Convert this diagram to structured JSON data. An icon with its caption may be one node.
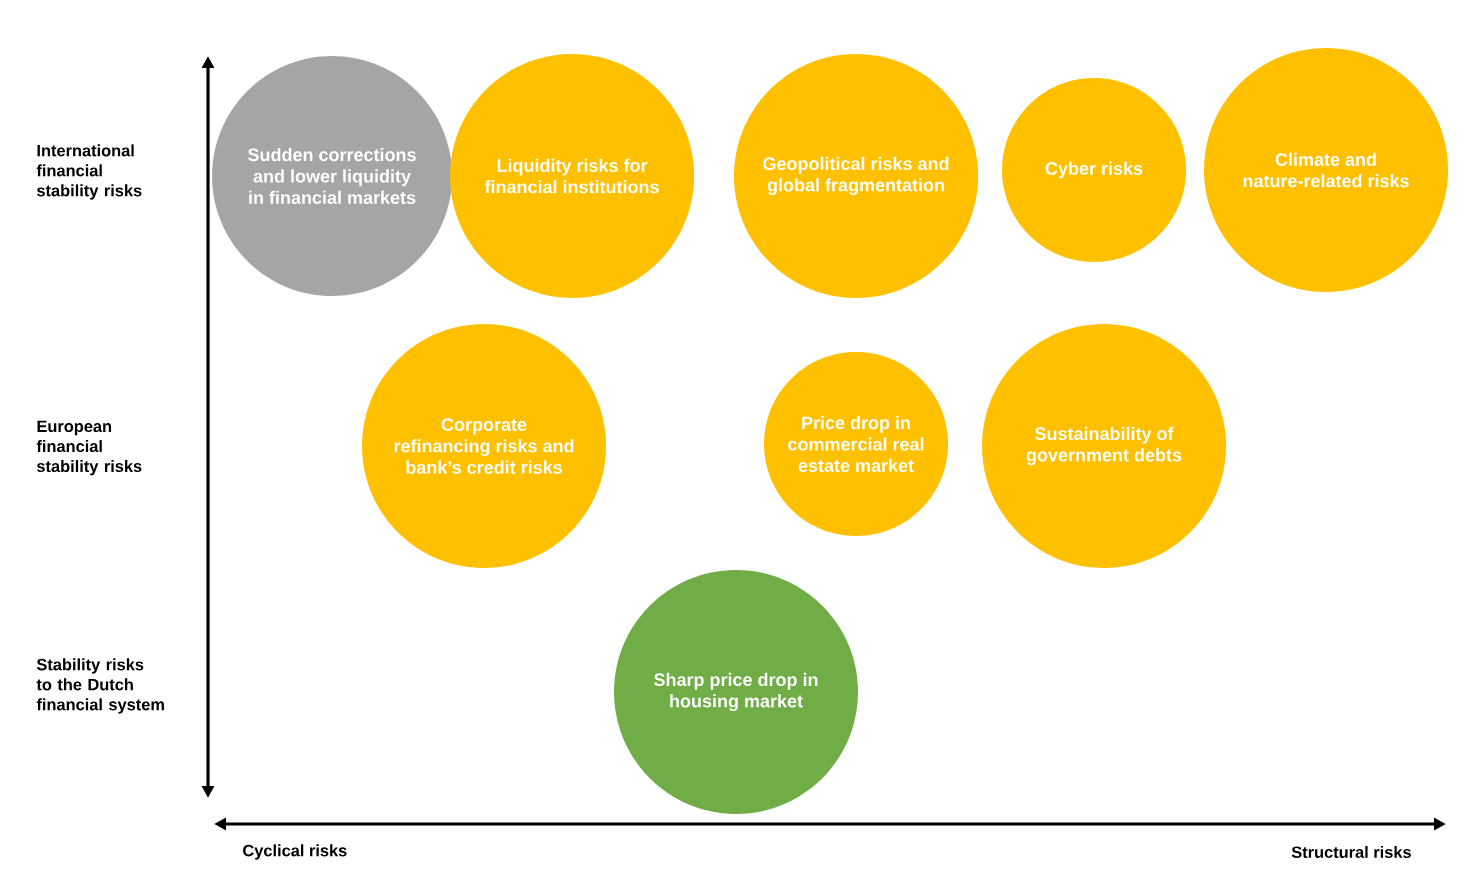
{
  "diagram": {
    "nodes": [
      {
        "text": [
          "Sudden corrections and lower liquidity in financial markets"
        ]
      },
      {
        "text": [
          "Liquidity risks for financial institutions"
        ]
      },
      {
        "text": [
          "Geopolitical risks and global fragmentation"
        ]
      },
      {
        "text": [
          "Cyber risks"
        ]
      },
      {
        "text": [
          "Climate and nature-related risks"
        ]
      },
      {
        "text": [
          "Corporate refinancing risks and bank’s credit risks"
        ]
      },
      {
        "text": [
          "Price drop in commercial real estate market"
        ]
      },
      {
        "text": [
          "Sustainability of government debts"
        ]
      },
      {
        "text": [
          "Sharp price drop in housing market"
        ]
      }
    ],
    "labels": [
      "International financial stability risks",
      "European financial stability risks",
      "Stability risks to the Dutch financial system",
      "Cyclical risks",
      "Structural risks"
    ]
  }
}
